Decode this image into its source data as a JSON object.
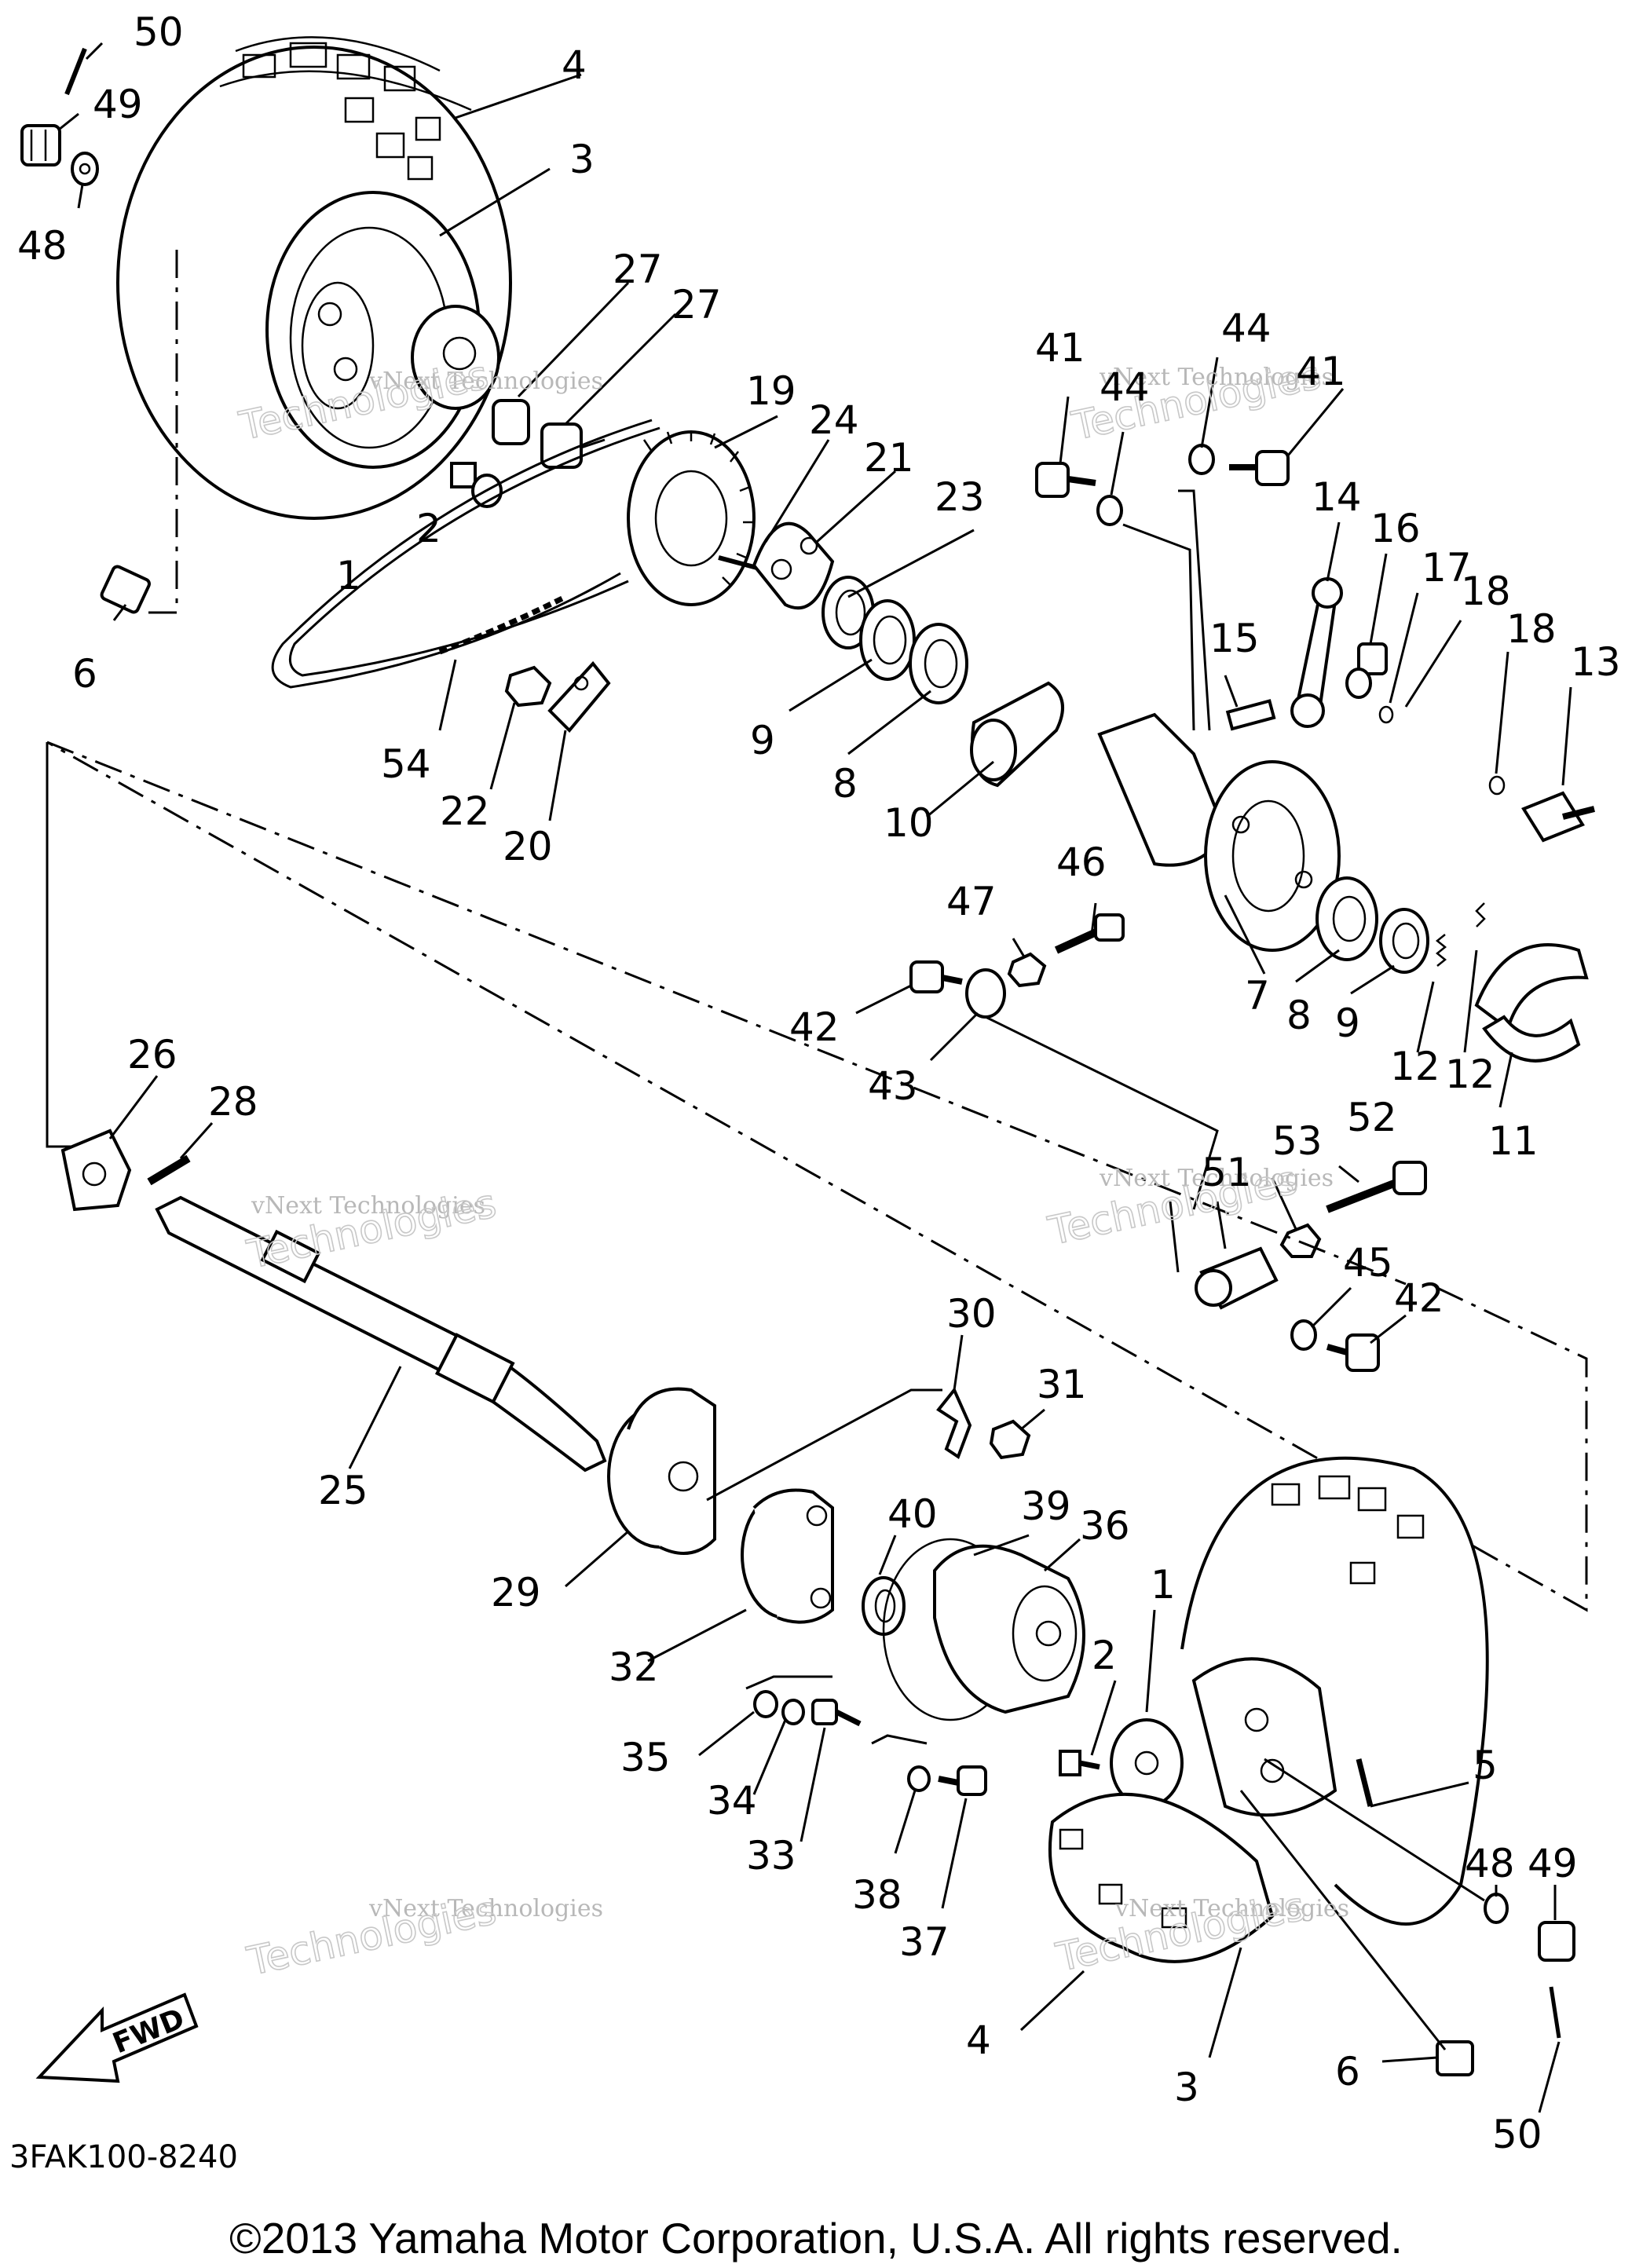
{
  "diagram": {
    "labels": [
      "50",
      "49",
      "48",
      "4",
      "3",
      "27",
      "27",
      "19",
      "24",
      "21",
      "23",
      "41",
      "44",
      "44",
      "41",
      "14",
      "16",
      "17",
      "18",
      "18",
      "13",
      "15",
      "1",
      "2",
      "6",
      "54",
      "22",
      "20",
      "9",
      "8",
      "10",
      "7",
      "8",
      "9",
      "12",
      "12",
      "11",
      "46",
      "47",
      "42",
      "43",
      "26",
      "28",
      "53",
      "52",
      "51",
      "45",
      "42",
      "30",
      "31",
      "25",
      "29",
      "32",
      "40",
      "39",
      "36",
      "1",
      "2",
      "5",
      "35",
      "34",
      "33",
      "38",
      "37",
      "48",
      "49",
      "4",
      "3",
      "6",
      "50"
    ],
    "watermark_line1": "vNext Technologies",
    "watermark_line2": "Technologies",
    "fwd_label": "FWD",
    "figure_code": "3FAK100-8240",
    "copyright": "©2013 Yamaha Motor Corporation, U.S.A. All rights reserved."
  }
}
